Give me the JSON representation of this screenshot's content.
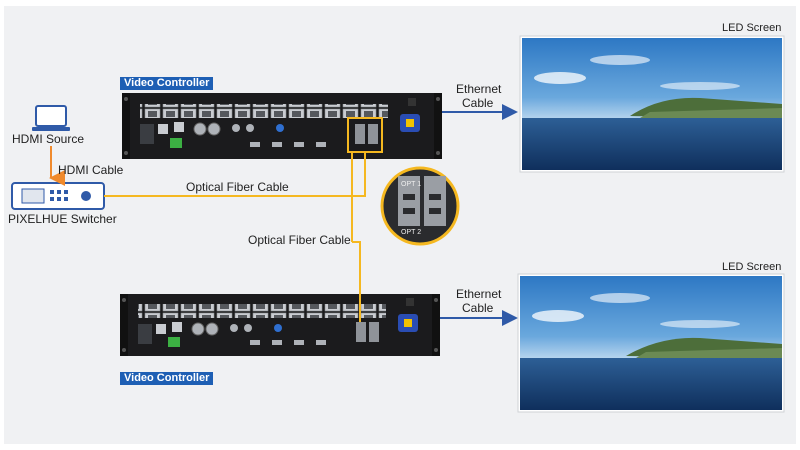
{
  "labels": {
    "hdmi_source": "HDMI Source",
    "hdmi_cable": "HDMI Cable",
    "switcher": "PIXELHUE Switcher",
    "optical_cable_top": "Optical Fiber Cable",
    "optical_cable_mid": "Optical Fiber Cable",
    "controller_top": "Video Controller",
    "controller_bottom": "Video Controller",
    "ethernet_top_1": "Ethernet",
    "ethernet_top_2": "Cable",
    "ethernet_bottom_1": "Ethernet",
    "ethernet_bottom_2": "Cable",
    "led_top": "LED Screen",
    "led_bottom": "LED Screen",
    "zoom_opt_1": "OPT 1",
    "zoom_opt_2": "OPT 2"
  },
  "colors": {
    "optical": "#f5b820",
    "hdmi": "#f08a2c",
    "ethernet": "#2f5aa8",
    "tag_bg": "#1e5fb4",
    "device": "#1b1b1d"
  }
}
